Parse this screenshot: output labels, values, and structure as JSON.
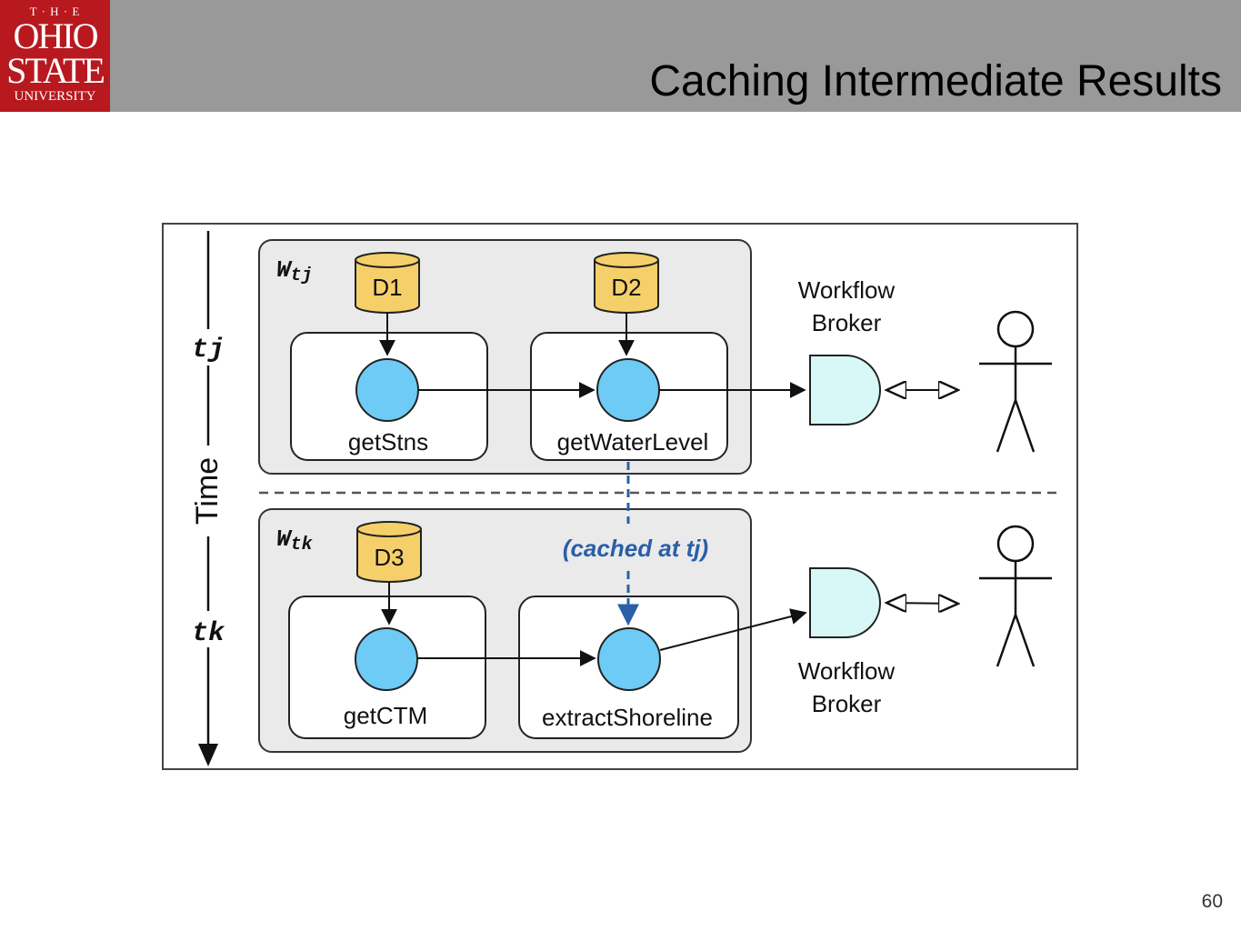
{
  "slide": {
    "title": "Caching Intermediate Results",
    "page_number": "60"
  },
  "logo": {
    "line1": "T · H · E",
    "line2": "OHIO",
    "line3": "STATE",
    "line4": "UNIVERSITY"
  },
  "diagram": {
    "time_axis": {
      "label": "Time",
      "tj": "tj",
      "tk": "tk"
    },
    "workflow_tj": {
      "label_main": "W",
      "label_sub": "tj",
      "datasets": [
        "D1",
        "D2"
      ],
      "services": [
        "getStns",
        "getWaterLevel"
      ]
    },
    "workflow_tk": {
      "label_main": "W",
      "label_sub": "tk",
      "datasets": [
        "D3"
      ],
      "services": [
        "getCTM",
        "extractShoreline"
      ],
      "cache_note": "(cached at tj)"
    },
    "broker_top": {
      "line1": "Workflow",
      "line2": "Broker"
    },
    "broker_bottom": {
      "line1": "Workflow",
      "line2": "Broker"
    }
  },
  "colors": {
    "cylinder_fill": "#f5d06a",
    "service_fill": "#6ecbf5",
    "broker_fill": "#d8f8f8",
    "panel_fill": "#eaeaea",
    "cache_blue": "#2a5fa8"
  }
}
